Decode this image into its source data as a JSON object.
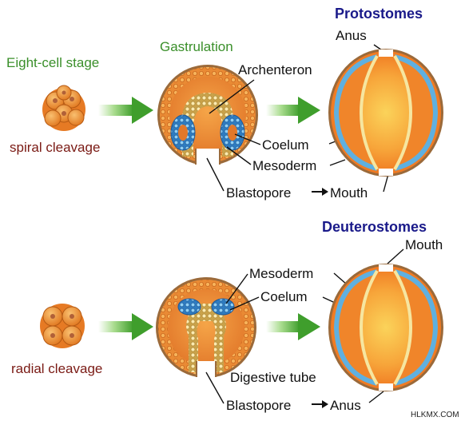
{
  "labels": {
    "eight_cell_stage": "Eight-cell stage",
    "spiral_cleavage": "spiral cleavage",
    "radial_cleavage": "radial cleavage",
    "gastrulation": "Gastrulation",
    "archenteron": "Archenteron",
    "coelum_top": "Coelum",
    "mesoderm_top": "Mesoderm",
    "blastopore_top": "Blastopore",
    "mouth_top": "Mouth",
    "protostomes": "Protostomes",
    "anus_top": "Anus",
    "deuterostomes": "Deuterostomes",
    "mouth_bottom": "Mouth",
    "mesoderm_bottom": "Mesoderm",
    "coelum_bottom": "Coelum",
    "digestive_tube": "Digestive tube",
    "blastopore_bottom": "Blastopore",
    "anus_bottom": "Anus",
    "watermark": "HLKMX.COM"
  },
  "colors": {
    "label_green": "#3a8f2a",
    "label_brown": "#7a1a14",
    "label_navy": "#1a1a8a",
    "arrow_green": "#4fae3a",
    "embryo_orange": "#f0852a",
    "mesoderm_blue": "#5fb0e0",
    "endoderm_yellow": "#f6e6a0",
    "ectoderm_brown": "#9b6a3a"
  }
}
